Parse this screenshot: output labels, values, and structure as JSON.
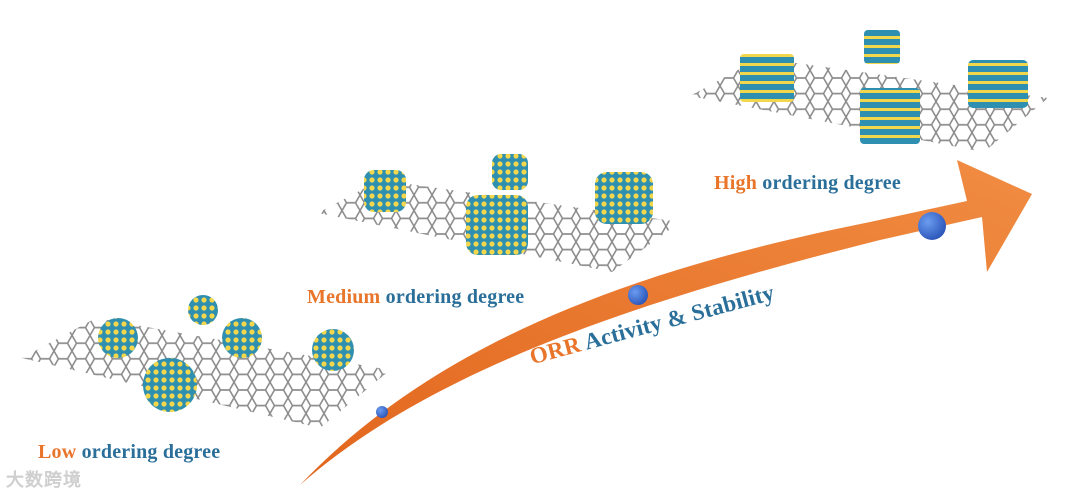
{
  "stages": [
    {
      "id": "low",
      "highlight": "Low",
      "rest": " ordering degree"
    },
    {
      "id": "medium",
      "highlight": "Medium",
      "rest": " ordering degree"
    },
    {
      "id": "high",
      "highlight": "High",
      "rest": " ordering degree"
    }
  ],
  "arrow": {
    "highlight": "ORR",
    "rest": " Activity & Stability"
  },
  "watermark": "大数跨境",
  "colors": {
    "accent": "#e8752a",
    "label_blue": "#2a6f9a",
    "atom_teal": "#2e8fb0",
    "atom_yellow": "#f2d64b",
    "graphene": "#9a9a9a",
    "arrow_orange": "#ee7a2c",
    "marker_blue": "#3d6fd6"
  }
}
